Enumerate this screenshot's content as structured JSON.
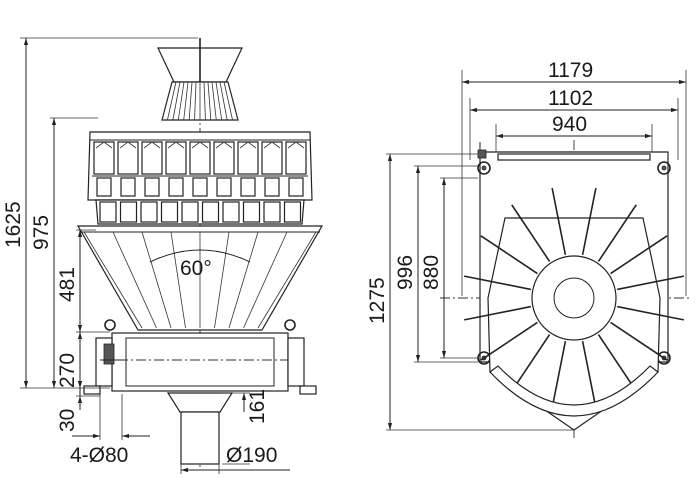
{
  "front_view": {
    "height_total": "1625",
    "height_upper": "975",
    "height_mid": "481",
    "height_base": "270",
    "leg_offset": "30",
    "drop": "161",
    "legs": "4-Ø80",
    "outlet": "Ø190",
    "cone_angle": "60°"
  },
  "top_view": {
    "width_outer": "1179",
    "width_mid": "1102",
    "width_inner": "940",
    "depth_total": "1275",
    "depth_mid": "996",
    "depth_inner": "880"
  }
}
